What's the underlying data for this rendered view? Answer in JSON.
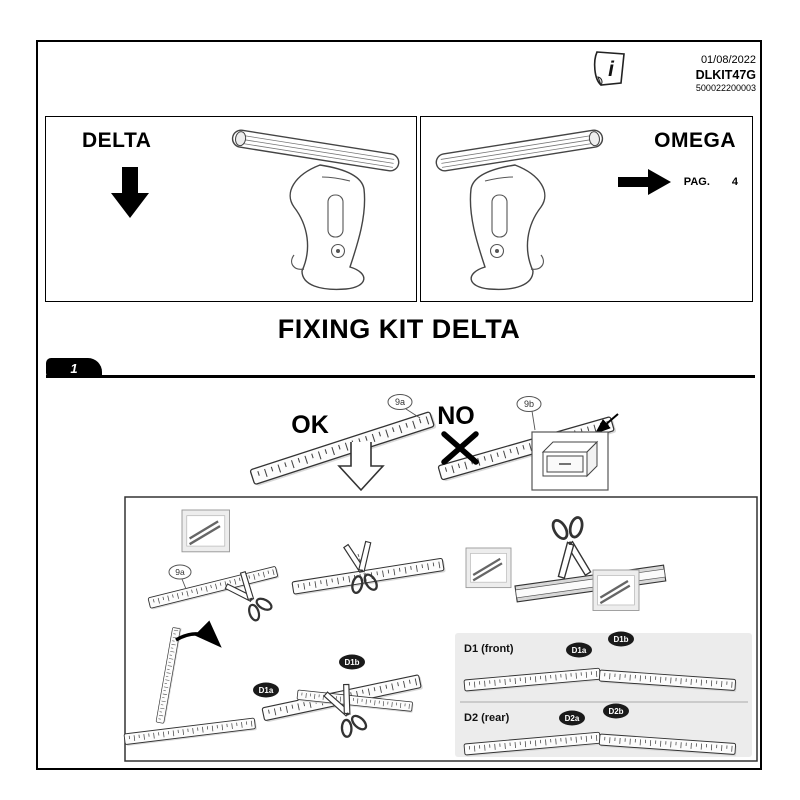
{
  "header": {
    "date": "01/08/2022",
    "code": "DLKIT47G",
    "serial": "500022200003"
  },
  "variants": {
    "delta_label": "DELTA",
    "omega_label": "OMEGA",
    "page_ref_label": "PAG.",
    "page_ref_number": "4"
  },
  "title": "FIXING KIT DELTA",
  "step_number": "1",
  "figure": {
    "ok_label": "OK",
    "no_label": "NO",
    "badge_9a": "9a",
    "badge_9b": "9b",
    "badge_9a_scene": "9a",
    "d1_front_label": "D1 (front)",
    "d1a": "D1a",
    "d1b": "D1b",
    "d2_rear_label": "D2 (rear)",
    "d2a": "D2a",
    "d2b": "D2b"
  }
}
